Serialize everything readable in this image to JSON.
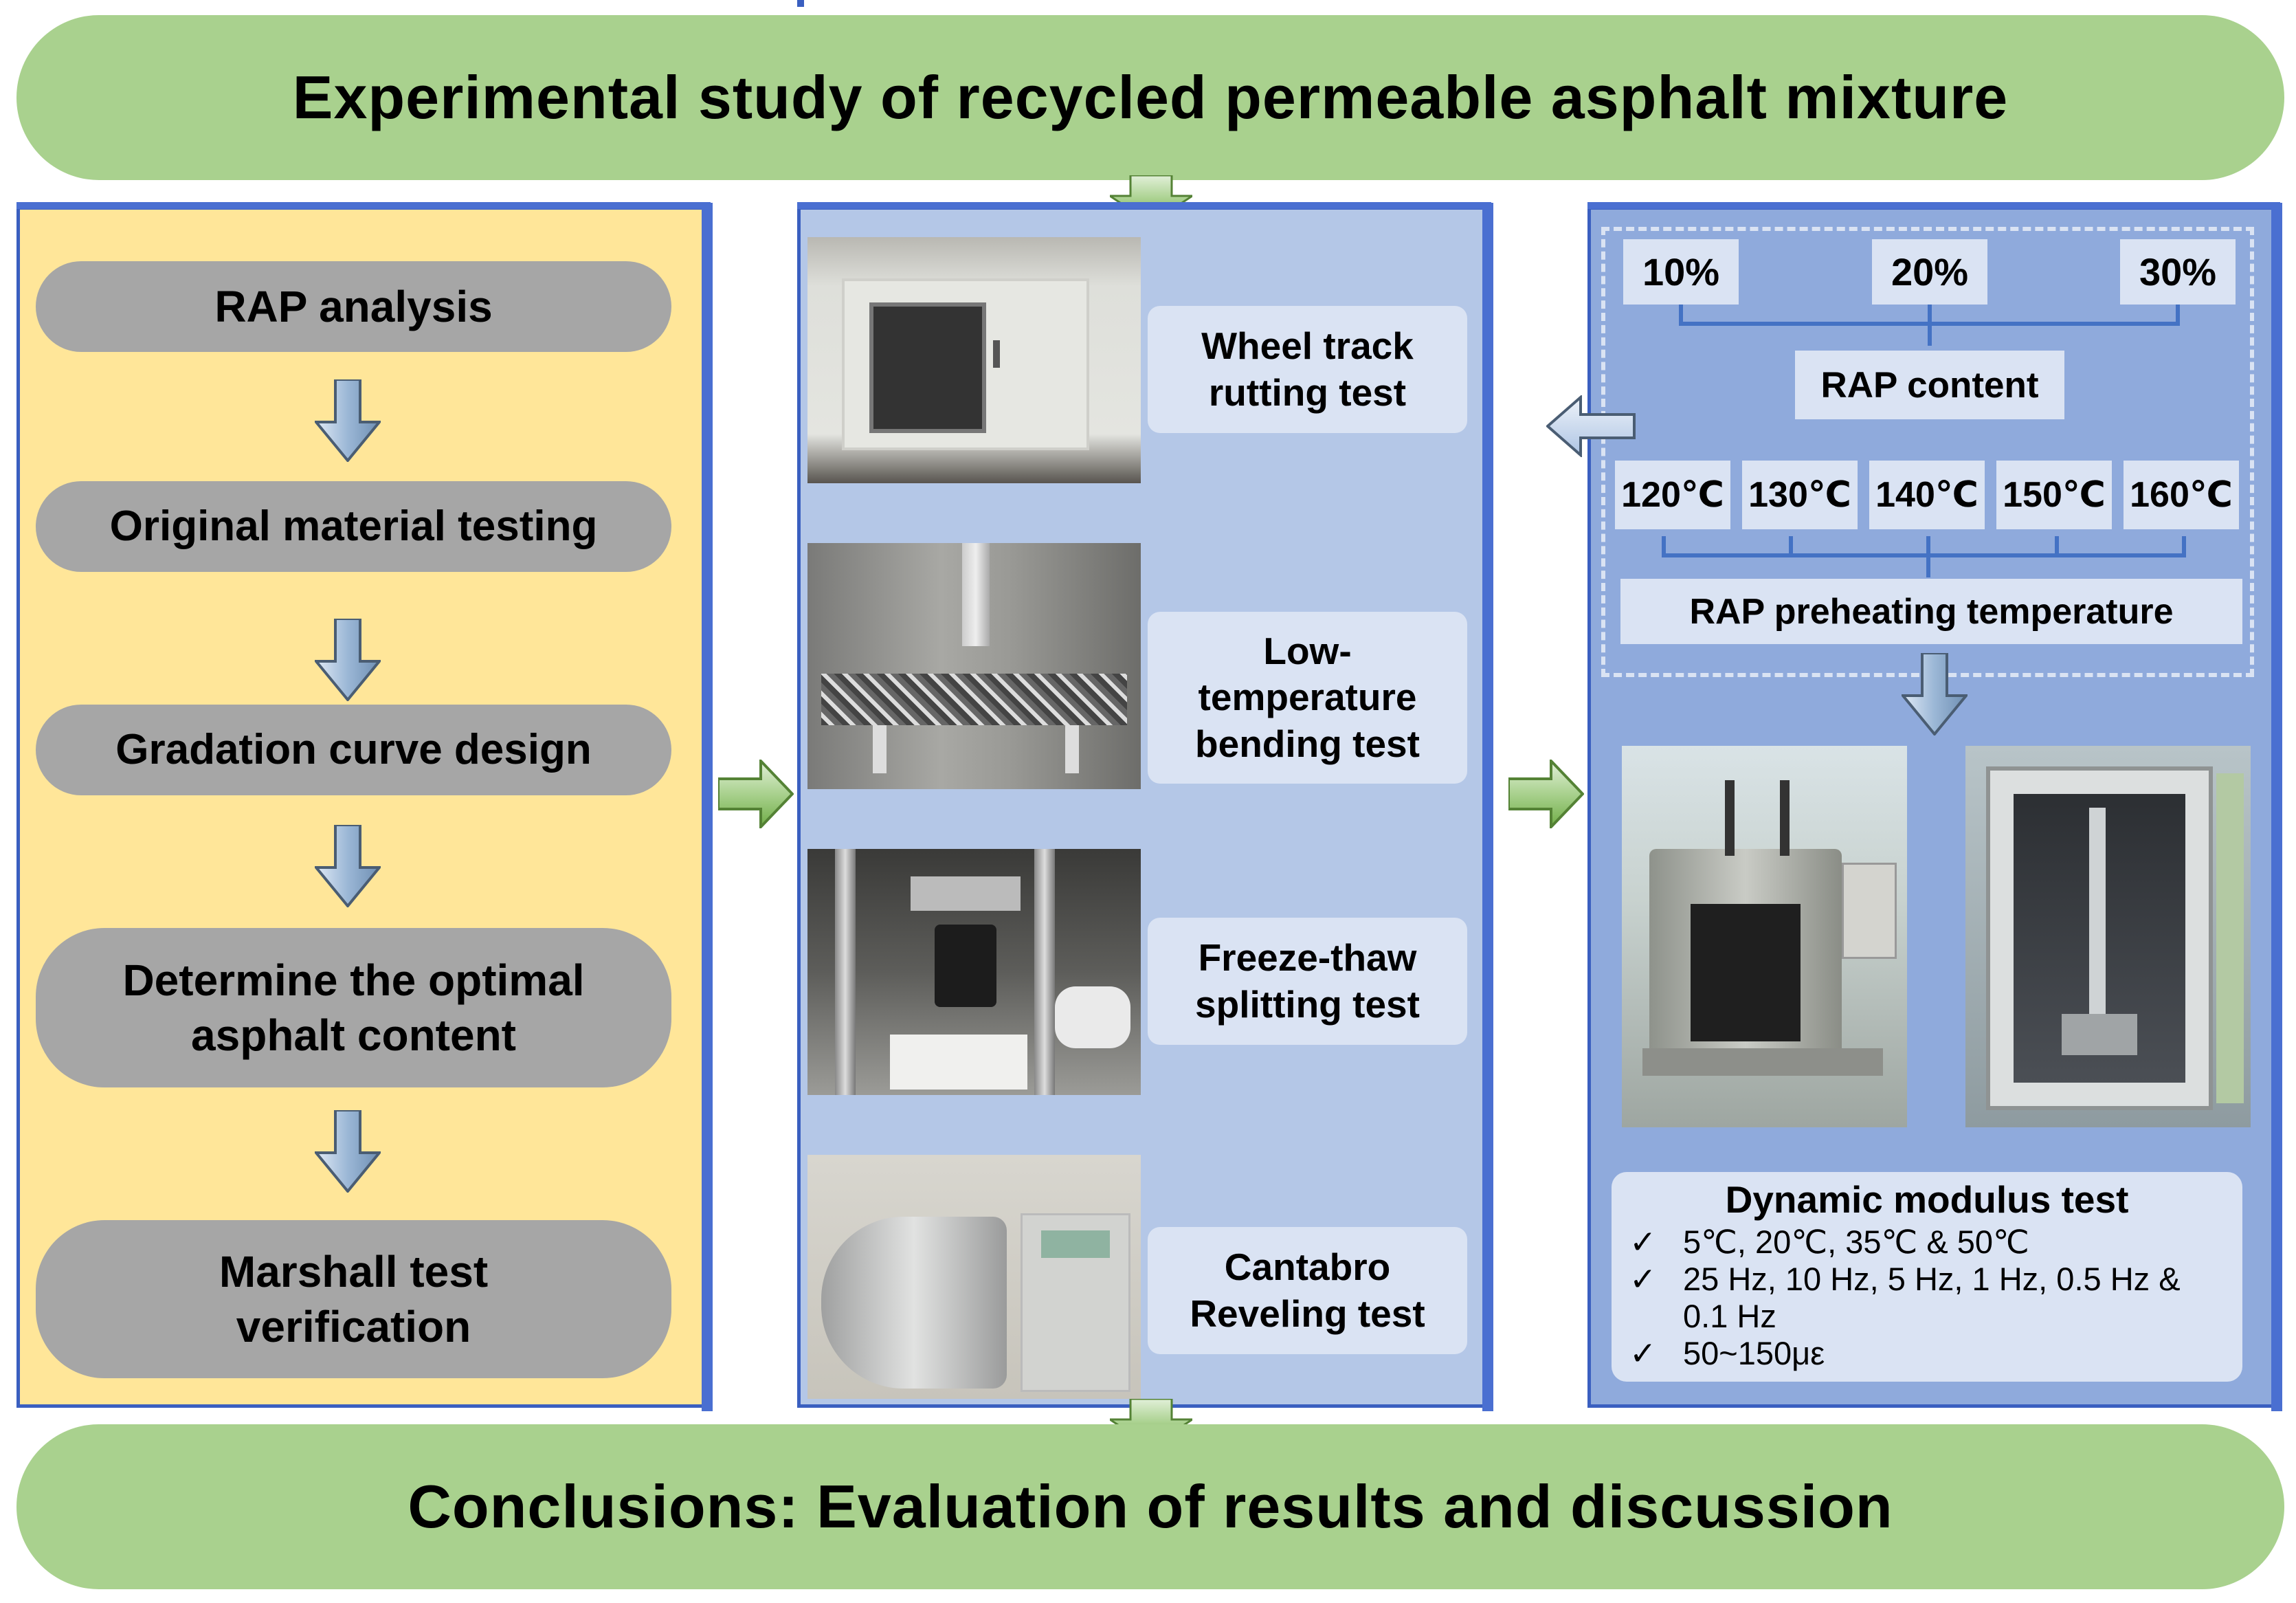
{
  "header": {
    "title": "Experimental study of recycled permeable asphalt mixture"
  },
  "footer": {
    "title": "Conclusions: Evaluation of results and discussion"
  },
  "left_panel": {
    "steps": [
      "RAP analysis",
      "Original material testing",
      "Gradation curve design",
      "Determine the optimal asphalt content",
      "Marshall test verification"
    ]
  },
  "middle_panel": {
    "tests": [
      "Wheel track rutting test",
      "Low-temperature bending test",
      "Freeze-thaw splitting test",
      "Cantabro Reveling test"
    ]
  },
  "right_panel": {
    "rap_contents": [
      "10%",
      "20%",
      "30%"
    ],
    "rap_content_label": "RAP content",
    "temperatures": [
      "120℃",
      "130℃",
      "140℃",
      "150℃",
      "160℃"
    ],
    "temperature_label": "RAP preheating temperature",
    "dynamic": {
      "title": "Dynamic modulus test",
      "check_symbol": "✓",
      "items": [
        "5℃, 20℃, 35℃ & 50℃",
        "25 Hz, 10 Hz, 5 Hz, 1 Hz, 0.5 Hz & 0.1 Hz",
        "50~150με"
      ]
    }
  },
  "colors": {
    "banner": "#a9d18e",
    "left_panel": "#ffe699",
    "middle_panel": "#b4c7e7",
    "right_panel": "#8faadc",
    "step_box": "#a6a6a6",
    "label_box": "#dae3f3",
    "arrow_fill": "#a9d18e",
    "down_arrow": "#9dc3e6"
  },
  "icons": {
    "down_arrow": "down-arrow-icon",
    "right_arrow": "right-arrow-icon",
    "left_arrow": "left-arrow-icon"
  }
}
